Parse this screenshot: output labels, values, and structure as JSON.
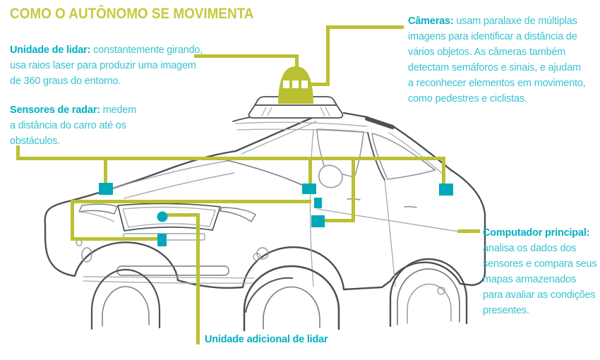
{
  "title": "COMO O AUTÔNOMO SE MOVIMENTA",
  "callouts": {
    "lidar": {
      "label": "Unidade de lidar:",
      "line1": " constantemente girando,",
      "line2": "usa raios laser para produzir uma imagem",
      "line3": "de 360 graus do entorno."
    },
    "radar": {
      "label": "Sensores de radar:",
      "line1": " medem",
      "line2": "a distância do carro até os",
      "line3": "obstáculos."
    },
    "cameras": {
      "label": "Câmeras:",
      "line1": " usam paralaxe de múltiplas",
      "line2": "imagens para identificar a distância de",
      "line3": "vários objetos. As câmeras também",
      "line4": "detectam semáforos e sinais, e ajudam",
      "line5": "a reconhecer elementos em movimento,",
      "line6": "como pedestres e ciclistas."
    },
    "computer": {
      "label": "Computador principal:",
      "line2": "analisa os dados dos",
      "line3": "sensores e compara seus",
      "line4": "mapas armazenados",
      "line5": "para avaliar as condições",
      "line6": "presentes."
    },
    "extra_lidar": {
      "label": "Unidade adicional de lidar"
    }
  },
  "colors": {
    "accent_olive": "#b9c133",
    "title_olive": "#c4ca3e",
    "teal_bold": "#00b0c3",
    "teal_text": "#38c2d2",
    "sensor_teal": "#00a8ba",
    "car_outline": "#4b5156",
    "car_detail": "#a6abaf"
  }
}
